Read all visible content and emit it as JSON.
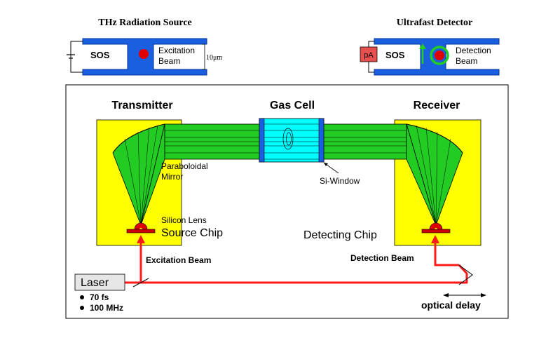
{
  "source_title": "THz Radiation Source",
  "detector_title": "Ultrafast  Detector",
  "source_inset": {
    "sos": "SOS",
    "excitation": [
      "Excitation",
      "Beam"
    ],
    "dimension": "10μm"
  },
  "detector_inset": {
    "meter": "pA",
    "sos": "SOS",
    "detection": [
      "Detection",
      "Beam"
    ]
  },
  "transmitter": "Transmitter",
  "gas_cell": "Gas Cell",
  "receiver": "Receiver",
  "mirror_label": [
    "Paraboloidal",
    "Mirror"
  ],
  "si_window": "Si-Window",
  "silicon_lens": "Silicon Lens",
  "source_chip": "Source Chip",
  "detecting_chip": "Detecting Chip",
  "excitation_beam": "Excitation Beam",
  "detection_beam": "Detection Beam",
  "laser": "Laser",
  "laser_specs": [
    "70 fs",
    "100 MHz"
  ],
  "optical_delay": "optical delay",
  "colors": {
    "yellow": "#ffff00",
    "green": "#22cc22",
    "cyan": "#00ffff",
    "blue": "#1a5fe0",
    "red": "#ff1a1a",
    "dark_red": "#cc0000"
  }
}
